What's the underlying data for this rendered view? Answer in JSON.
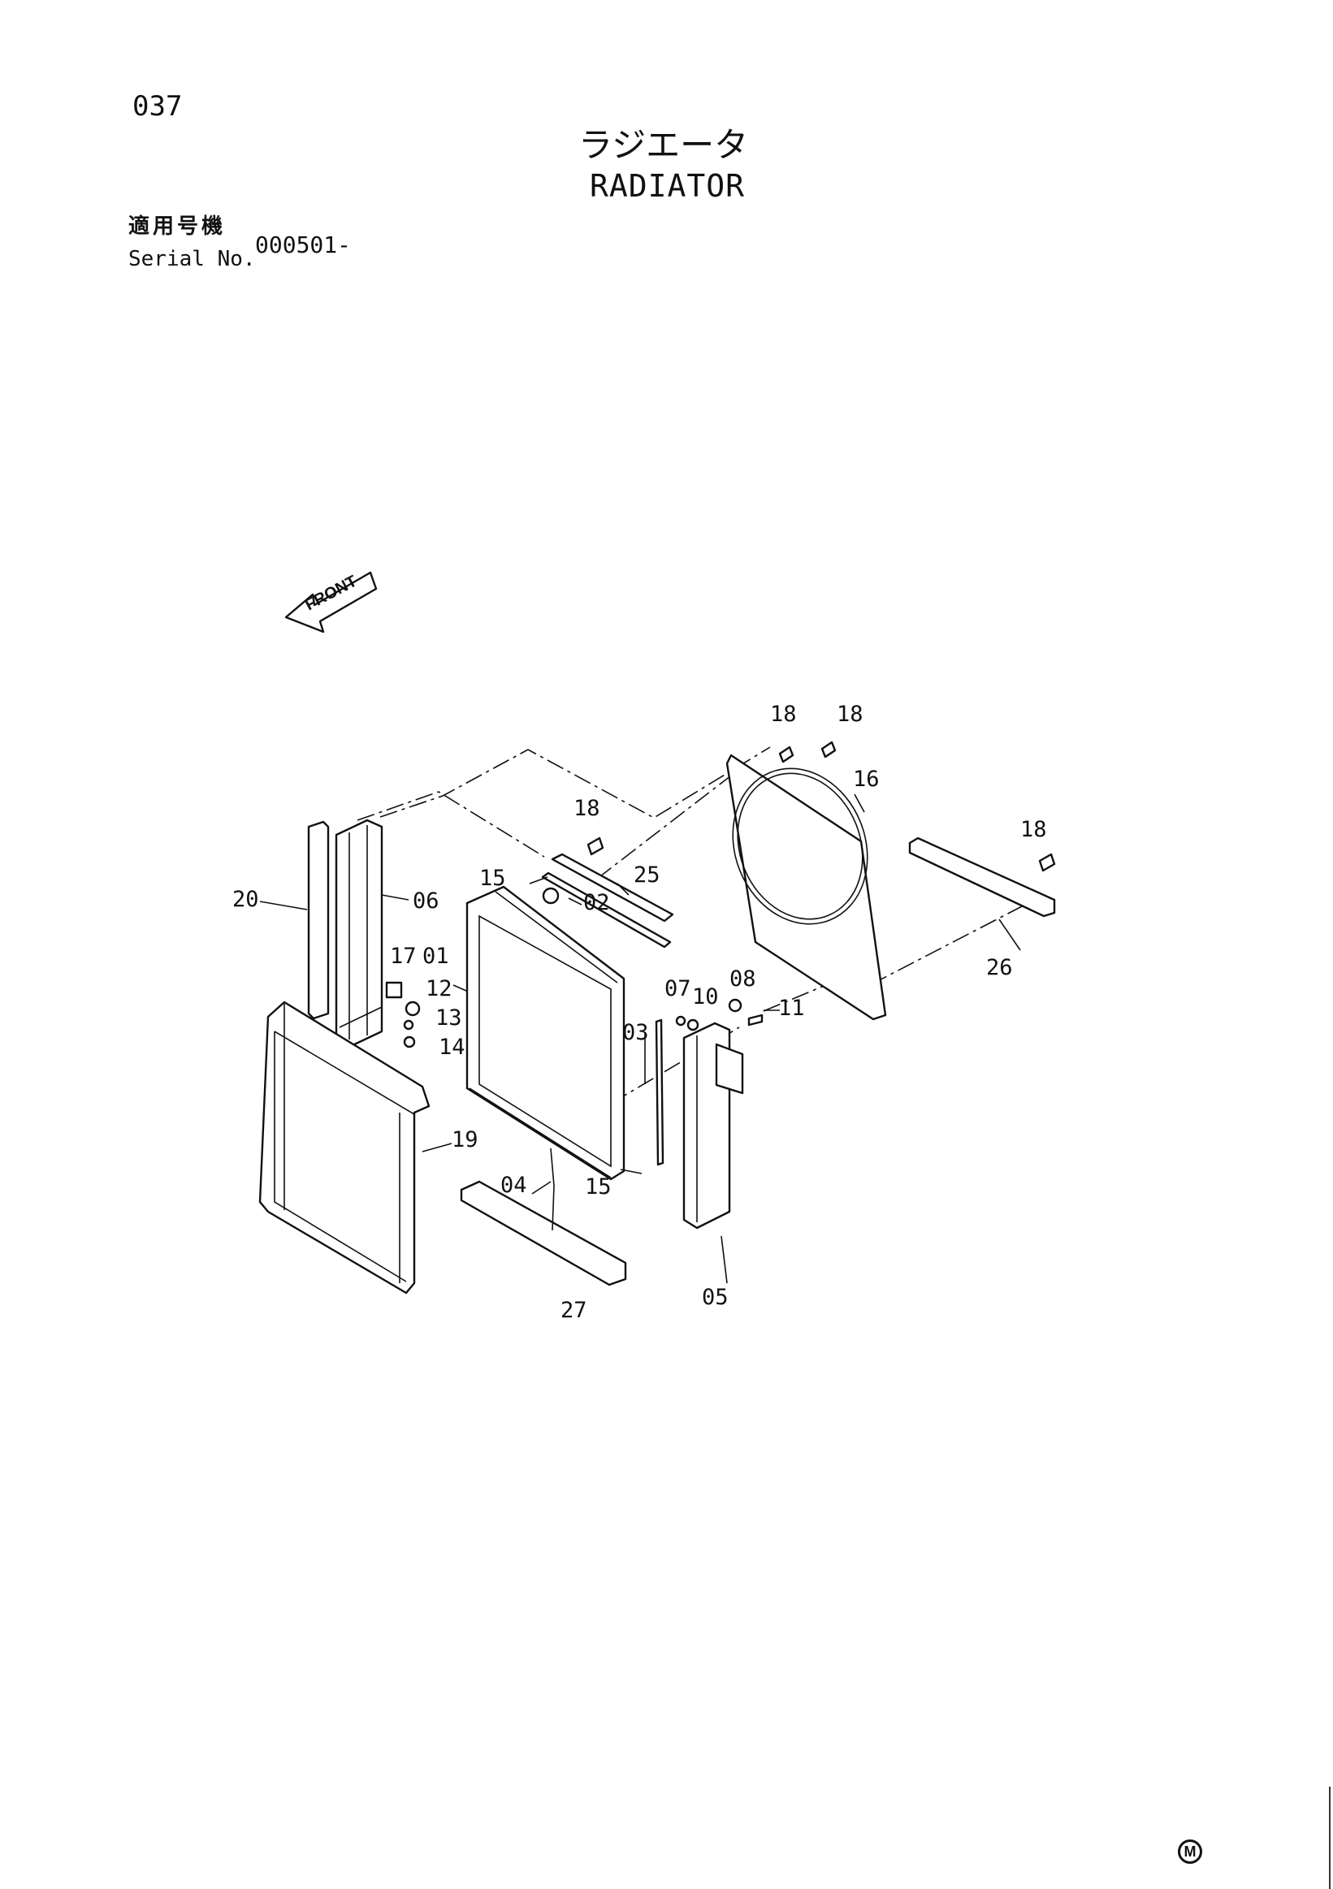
{
  "page_number": "037",
  "title_jp": "ラジエータ",
  "title_en": "RADIATOR",
  "serial": {
    "label_jp": "適用号機",
    "label_en": "Serial No.",
    "value": "000501-"
  },
  "front_label": "FRONT",
  "corner_mark": "M",
  "callouts": {
    "c01": "01",
    "c02": "02",
    "c03": "03",
    "c04": "04",
    "c05": "05",
    "c06": "06",
    "c07": "07",
    "c08": "08",
    "c10": "10",
    "c11": "11",
    "c12": "12",
    "c13": "13",
    "c14": "14",
    "c15a": "15",
    "c15b": "15",
    "c16": "16",
    "c17": "17",
    "c18a": "18",
    "c18b": "18",
    "c18c": "18",
    "c18d": "18",
    "c19": "19",
    "c20": "20",
    "c25": "25",
    "c26": "26",
    "c27": "27"
  }
}
